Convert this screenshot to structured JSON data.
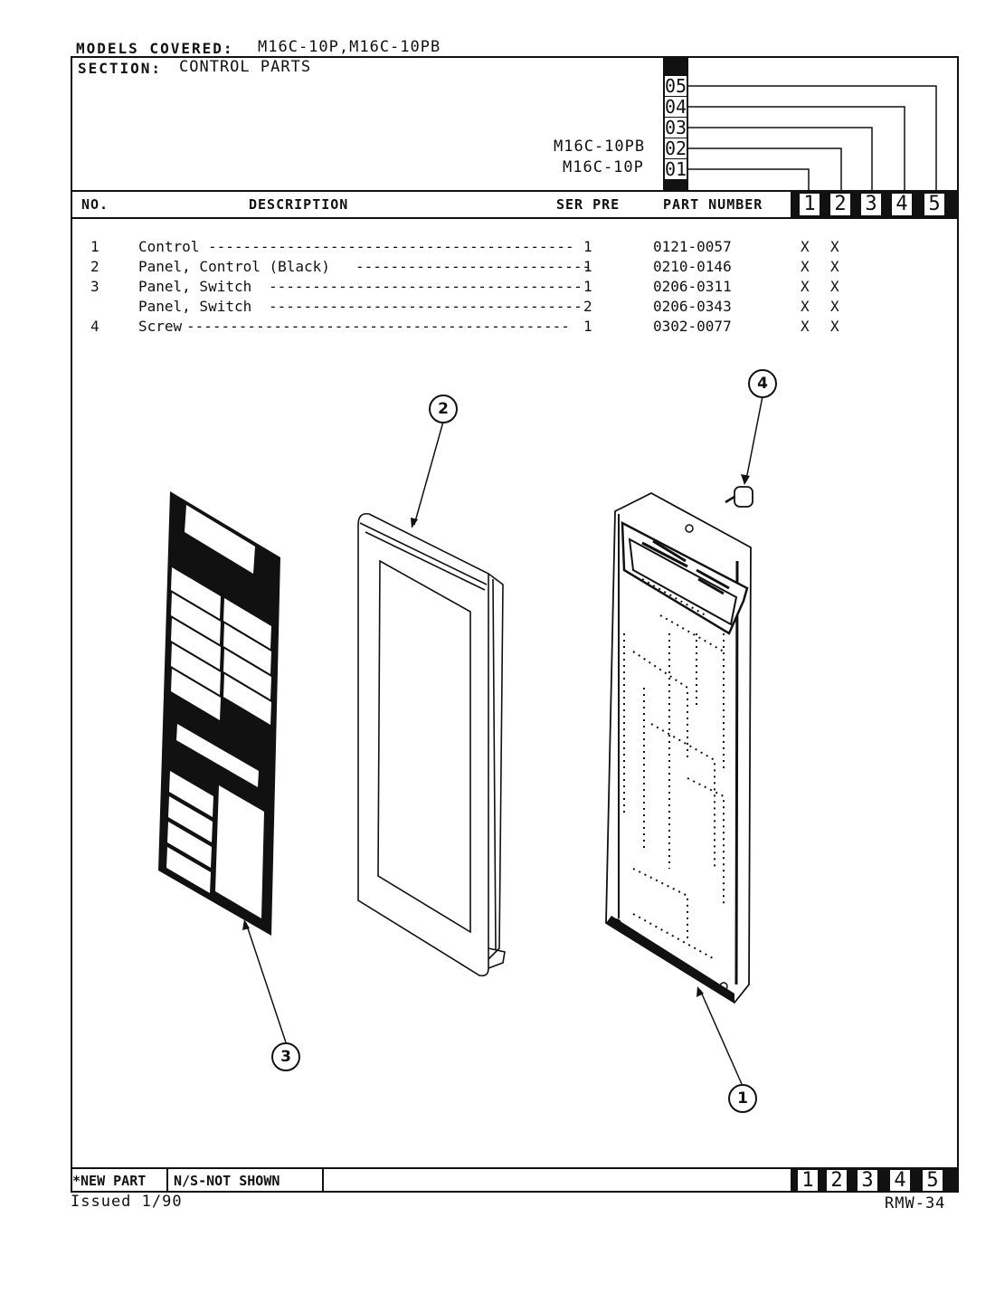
{
  "header": {
    "models_label": "MODELS COVERED:",
    "models_value": "M16C-10P,M16C-10PB",
    "section_label": "SECTION:",
    "section_value": "CONTROL PARTS"
  },
  "model_codes": [
    "05",
    "04",
    "03",
    "02",
    "01"
  ],
  "model_names": {
    "m02": "M16C-10PB",
    "m01": "M16C-10P"
  },
  "columns": {
    "no": "NO.",
    "description": "DESCRIPTION",
    "ser_pre": "SER PRE",
    "part_number": "PART NUMBER",
    "model_cols": [
      "1",
      "2",
      "3",
      "4",
      "5"
    ]
  },
  "parts": [
    {
      "no": "1",
      "description": "Control",
      "dashes": "------------------------------------------",
      "ser": "1",
      "part_number": "0121-0057",
      "m1": "X",
      "m2": "X"
    },
    {
      "no": "2",
      "description": "Panel, Control (Black)",
      "dashes": "---------------------------",
      "ser": "1",
      "part_number": "0210-0146",
      "m1": "X",
      "m2": "X"
    },
    {
      "no": "3",
      "description": "Panel, Switch",
      "dashes": "------------------------------------",
      "ser": "1",
      "part_number": "0206-0311",
      "m1": "X",
      "m2": "X"
    },
    {
      "no": "",
      "description": "Panel, Switch",
      "dashes": "------------------------------------",
      "ser": "2",
      "part_number": "0206-0343",
      "m1": "X",
      "m2": "X"
    },
    {
      "no": "4",
      "description": "Screw",
      "dashes": "--------------------------------------------",
      "ser": "1",
      "part_number": "0302-0077",
      "m1": "X",
      "m2": "X"
    }
  ],
  "callouts": {
    "c1": "1",
    "c2": "2",
    "c3": "3",
    "c4": "4"
  },
  "footer": {
    "new_part": "*NEW PART",
    "not_shown": "N/S-NOT SHOWN",
    "issued": "Issued  1/90",
    "doc_code": "RMW-34"
  }
}
